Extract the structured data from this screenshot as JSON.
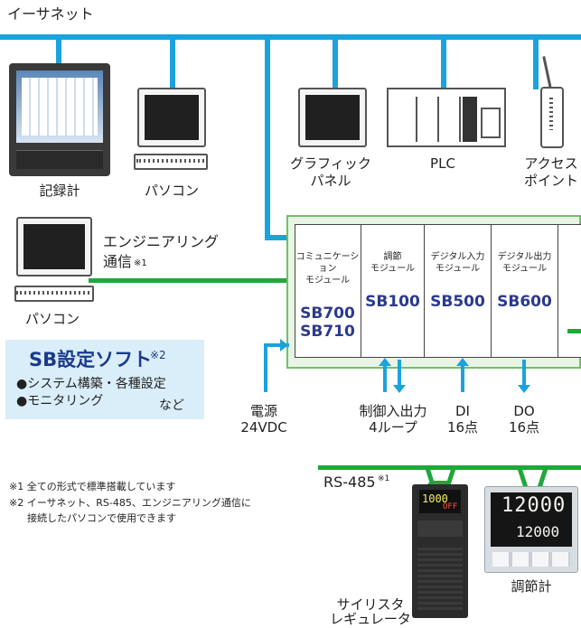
{
  "network": {
    "title": "イーサネット"
  },
  "devices": {
    "recorder": "記録計",
    "pc_top": "パソコン",
    "graphic_panel_line1": "グラフィック",
    "graphic_panel_line2": "パネル",
    "plc": "PLC",
    "access_point_line1": "アクセス",
    "access_point_line2": "ポイント",
    "pc_left": "パソコン",
    "eng_comm_line1": "エンジニアリング",
    "eng_comm_line2": "通信",
    "eng_comm_note": "※1"
  },
  "modules": [
    {
      "title1": "コミュニケーション",
      "title2": "モジュール",
      "code1": "SB700",
      "code2": "SB710"
    },
    {
      "title1": "調節",
      "title2": "モジュール",
      "code1": "SB100",
      "code2": ""
    },
    {
      "title1": "デジタル入力",
      "title2": "モジュール",
      "code1": "SB500",
      "code2": ""
    },
    {
      "title1": "デジタル出力",
      "title2": "モジュール",
      "code1": "SB600",
      "code2": ""
    }
  ],
  "software": {
    "title": "SB設定ソフト",
    "note": "※2",
    "item1": "●システム構築・各種設定",
    "item2": "●モニタリング",
    "etc": "など"
  },
  "io": {
    "power_line1": "電源",
    "power_line2": "24VDC",
    "ctrl_line1": "制御入出力",
    "ctrl_line2": "4ループ",
    "di_line1": "DI",
    "di_line2": "16点",
    "do_line1": "DO",
    "do_line2": "16点"
  },
  "footnotes": {
    "n1": "※1 全ての形式で標準搭載しています",
    "n2a": "※2 イーサネット、RS-485、エンジニアリング通信に",
    "n2b": "接続したパソコンで使用できます"
  },
  "rs485": {
    "label": "RS-485",
    "note": "※1"
  },
  "thyristor": {
    "line1": "サイリスタ",
    "line2": "レギュレータ",
    "display1": "1000",
    "display2": "OFF"
  },
  "controller": {
    "label": "調節計",
    "pv": "12000",
    "sv": "12000"
  }
}
